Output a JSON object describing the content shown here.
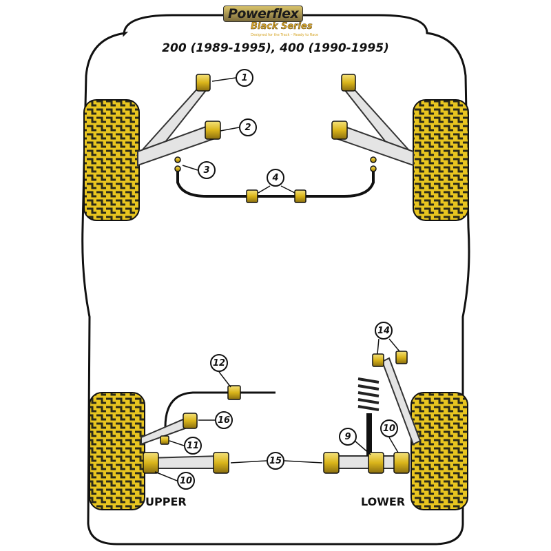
{
  "logo": {
    "brand": "Powerflex",
    "series": "Black Series",
    "tagline": "Designed for the Track – Ready to Race"
  },
  "title": "200 (1989-1995), 400 (1990-1995)",
  "labels": {
    "upper": "UPPER",
    "lower": "LOWER"
  },
  "callouts": [
    "1",
    "2",
    "3",
    "4",
    "12",
    "16",
    "11",
    "10",
    "15",
    "9",
    "10",
    "14"
  ],
  "colors": {
    "bush": "#e8c520",
    "tyre": "#e8c520",
    "outline": "#111111"
  }
}
